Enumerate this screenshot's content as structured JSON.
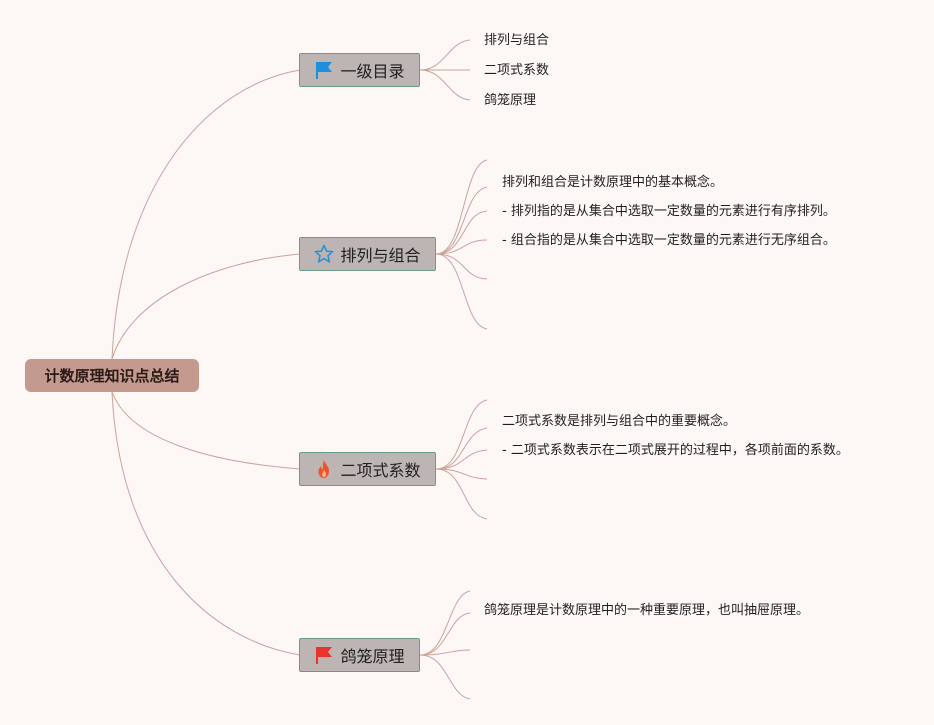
{
  "root": {
    "label": "计数原理知识点总结"
  },
  "branches": [
    {
      "label": "一级目录",
      "icon": "blue-flag-icon",
      "icon_color": "#1e8fdc",
      "leaves": [
        "排列与组合",
        "二项式系数",
        "鸽笼原理"
      ]
    },
    {
      "label": "排列与组合",
      "icon": "star-outline-icon",
      "icon_color": "#2f8fd6",
      "leaves": [
        "排列和组合是计数原理中的基本概念。",
        "- 排列指的是从集合中选取一定数量的元素进行有序排列。",
        "- 组合指的是从集合中选取一定数量的元素进行无序组合。"
      ]
    },
    {
      "label": "二项式系数",
      "icon": "fire-icon",
      "icon_color": "#f0522b",
      "leaves": [
        "二项式系数是排列与组合中的重要概念。",
        "- 二项式系数表示在二项式展开的过程中，各项前面的系数。"
      ]
    },
    {
      "label": "鸽笼原理",
      "icon": "red-flag-icon",
      "icon_color": "#e8352c",
      "leaves": [
        "鸽笼原理是计数原理中的一种重要原理，也叫抽屉原理。"
      ]
    }
  ],
  "colors": {
    "connector": "#c9a49a",
    "root_fill": "#c49a8f",
    "topic_fill": "#bdb5b3",
    "topic_border": "#6c9a88"
  }
}
